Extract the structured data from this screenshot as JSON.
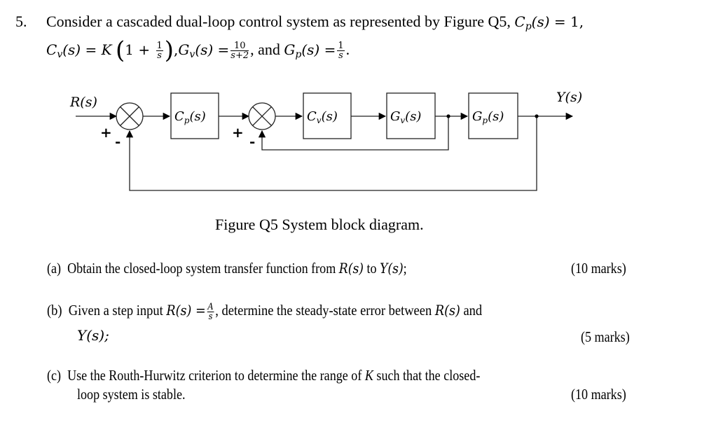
{
  "question": {
    "number": "5.",
    "intro_line1": "Consider a cascaded dual-loop control system as represented by Figure Q5,",
    "cp_def": {
      "lhs": "C",
      "lhs_sub": "p",
      "arg": "(s)",
      "eq": " = 1,"
    },
    "cv_def": {
      "lhs": "C",
      "lhs_sub": "v",
      "arg": "(s) = K",
      "open": "(",
      "one_plus": "1 + ",
      "num": "1",
      "den": "s",
      "close": ")",
      "sep": ","
    },
    "gv_def": {
      "lhs": "G",
      "lhs_sub": "v",
      "arg": "(s) =",
      "num": "10",
      "den": "s+2",
      "tail": ","
    },
    "and_text": " and ",
    "gp_def": {
      "lhs": "G",
      "lhs_sub": "p",
      "arg": "(s) =",
      "num": "1",
      "den": "s",
      "tail": "."
    }
  },
  "diagram": {
    "input_label": "R(s)",
    "output_label": "Y(s)",
    "sum1": {
      "plus": "+",
      "minus": "-"
    },
    "sum2": {
      "plus": "+",
      "minus": "-"
    },
    "blocks": [
      {
        "id": "cp",
        "main": "C",
        "sub": "p",
        "arg": "(s)"
      },
      {
        "id": "cv",
        "main": "C",
        "sub": "v",
        "arg": "(s)"
      },
      {
        "id": "gv",
        "main": "G",
        "sub": "v",
        "arg": "(s)"
      },
      {
        "id": "gp",
        "main": "G",
        "sub": "p",
        "arg": "(s)"
      }
    ],
    "caption": "Figure Q5  System block diagram."
  },
  "parts": [
    {
      "label": "(a)",
      "text_before": "Obtain the closed-loop system transfer function from ",
      "r": "R(s)",
      "mid": " to ",
      "y": "Y(s)",
      "text_after": ";",
      "marks": "(10 marks)"
    },
    {
      "label": "(b)",
      "text_before": "Given a step input ",
      "r": "R(s) =",
      "num": "A",
      "den": "s",
      "mid": ", determine the steady-state error between ",
      "r2": "R(s)",
      "and_text": " and",
      "line2": "Y(s);",
      "marks": "(5 marks)"
    },
    {
      "label": "(c)",
      "line1_before": "Use the Routh-Hurwitz criterion to determine the range of ",
      "k": "K",
      "line1_after": " such that the closed-",
      "line2": "loop system is stable.",
      "marks": "(10 marks)"
    }
  ]
}
